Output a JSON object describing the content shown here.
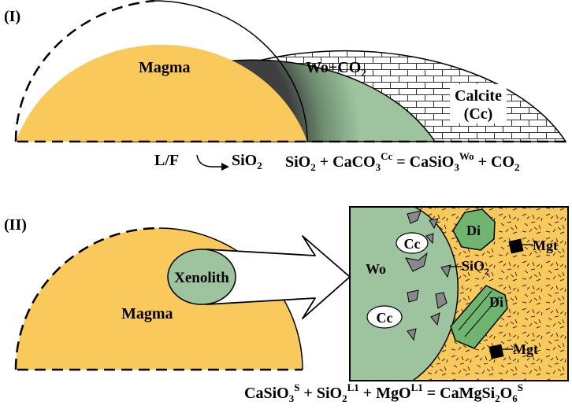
{
  "panel_one": {
    "label": "(I)",
    "magma": "Magma",
    "wo_co2": {
      "main": "Wo+CO",
      "sub": "2"
    },
    "calcite": [
      "Calcite",
      "(Cc)"
    ],
    "lf": "L/F",
    "sio2": {
      "main": "SiO",
      "sub": "2"
    },
    "equation": [
      {
        "t": "SiO"
      },
      {
        "t": "2",
        "role": "sub"
      },
      {
        "t": " + CaCO"
      },
      {
        "t": "3",
        "role": "sub"
      },
      {
        "t": "Cc",
        "role": "sup"
      },
      {
        "t": " = CaSiO"
      },
      {
        "t": "3",
        "role": "sub"
      },
      {
        "t": "Wo",
        "role": "sup"
      },
      {
        "t": " + CO"
      },
      {
        "t": "2",
        "role": "sub"
      }
    ]
  },
  "panel_two": {
    "label": "(II)",
    "magma": "Magma",
    "xenolith": "Xenolith",
    "inset": {
      "wo": "Wo",
      "cc": "Cc",
      "di": "Di",
      "mgt": "Mgt",
      "sio2": {
        "main": "SiO",
        "sub": "2"
      }
    },
    "equation": [
      {
        "t": "CaSiO"
      },
      {
        "t": "3",
        "role": "sub"
      },
      {
        "t": "S",
        "role": "sup"
      },
      {
        "t": " + SiO"
      },
      {
        "t": "2",
        "role": "sub"
      },
      {
        "t": "L1",
        "role": "sup"
      },
      {
        "t": " + MgO"
      },
      {
        "t": "L1",
        "role": "sup"
      },
      {
        "t": " = CaMgSi"
      },
      {
        "t": "2",
        "role": "sub"
      },
      {
        "t": "O"
      },
      {
        "t": "6",
        "role": "sub"
      },
      {
        "t": "S",
        "role": "sup"
      }
    ]
  },
  "colors": {
    "magma": "#F9C95C",
    "wollastonite": "#9DC49E",
    "diopside": "#6FB56F",
    "calcite_fill": "#FFFFFF",
    "outline": "#000000"
  }
}
